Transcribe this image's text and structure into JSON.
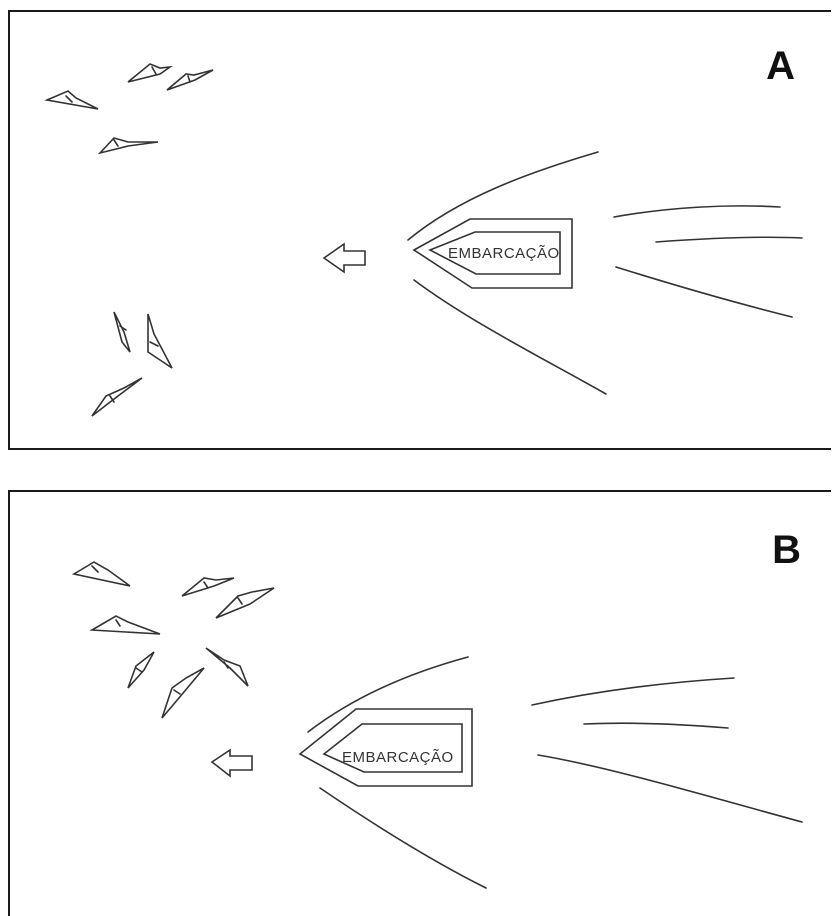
{
  "panels": [
    {
      "label": "A",
      "vessel_label": "EMBARCAÇÃO"
    },
    {
      "label": "B",
      "vessel_label": "EMBARCAÇÃO"
    }
  ],
  "colors": {
    "ink": "#333333",
    "border": "#1a1a1a"
  }
}
